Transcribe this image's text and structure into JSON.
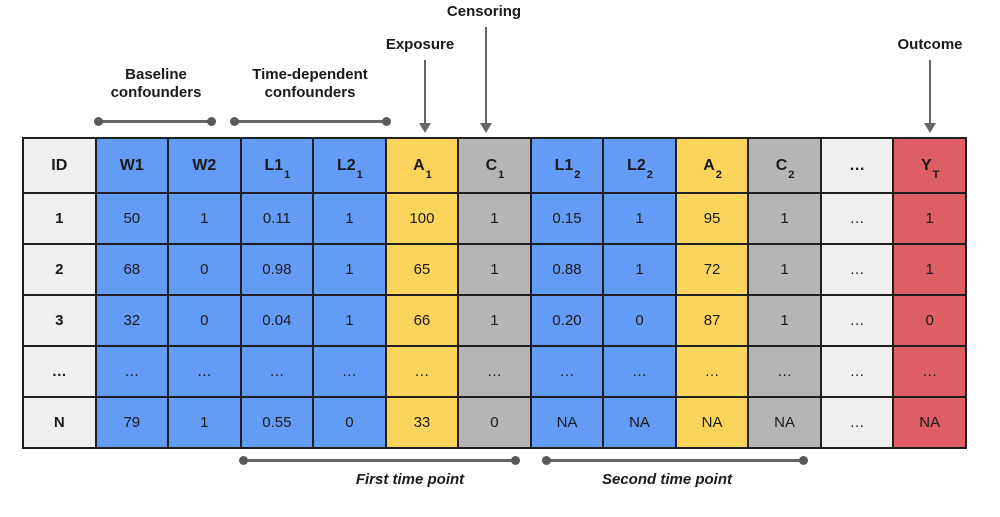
{
  "colors": {
    "blue": "#649bf5",
    "yellow": "#fbd45c",
    "gray": "#b5b5b5",
    "light": "#efefef",
    "red": "#dd5f63",
    "line": "#666666"
  },
  "annotations": {
    "censoring": "Censoring",
    "exposure": "Exposure",
    "outcome": "Outcome",
    "baseline_confounders": "Baseline confounders",
    "time_dependent_confounders": "Time-dependent confounders",
    "first_time_point": "First time point",
    "second_time_point": "Second time point"
  },
  "table": {
    "columns": [
      {
        "key": "id",
        "base": "ID",
        "sub": "",
        "color": "light"
      },
      {
        "key": "w1",
        "base": "W1",
        "sub": "",
        "color": "blue"
      },
      {
        "key": "w2",
        "base": "W2",
        "sub": "",
        "color": "blue"
      },
      {
        "key": "l1-1",
        "base": "L1",
        "sub": "1",
        "color": "blue"
      },
      {
        "key": "l2-1",
        "base": "L2",
        "sub": "1",
        "color": "blue"
      },
      {
        "key": "a-1",
        "base": "A",
        "sub": "1",
        "color": "yellow"
      },
      {
        "key": "c-1",
        "base": "C",
        "sub": "1",
        "color": "gray"
      },
      {
        "key": "l1-2",
        "base": "L1",
        "sub": "2",
        "color": "blue"
      },
      {
        "key": "l2-2",
        "base": "L2",
        "sub": "2",
        "color": "blue"
      },
      {
        "key": "a-2",
        "base": "A",
        "sub": "2",
        "color": "yellow"
      },
      {
        "key": "c-2",
        "base": "C",
        "sub": "2",
        "color": "gray"
      },
      {
        "key": "dots",
        "base": "…",
        "sub": "",
        "color": "light"
      },
      {
        "key": "y-t",
        "base": "Y",
        "sub": "T",
        "color": "red"
      }
    ],
    "rows": [
      {
        "cells": [
          "1",
          "50",
          "1",
          "0.11",
          "1",
          "100",
          "1",
          "0.15",
          "1",
          "95",
          "1",
          "…",
          "1"
        ]
      },
      {
        "cells": [
          "2",
          "68",
          "0",
          "0.98",
          "1",
          "65",
          "1",
          "0.88",
          "1",
          "72",
          "1",
          "…",
          "1"
        ]
      },
      {
        "cells": [
          "3",
          "32",
          "0",
          "0.04",
          "1",
          "66",
          "1",
          "0.20",
          "0",
          "87",
          "1",
          "…",
          "0"
        ]
      },
      {
        "cells": [
          "…",
          "…",
          "…",
          "…",
          "…",
          "…",
          "…",
          "…",
          "…",
          "…",
          "…",
          "…",
          "…"
        ]
      },
      {
        "cells": [
          "N",
          "79",
          "1",
          "0.55",
          "0",
          "33",
          "0",
          "NA",
          "NA",
          "NA",
          "NA",
          "…",
          "NA"
        ]
      }
    ]
  }
}
